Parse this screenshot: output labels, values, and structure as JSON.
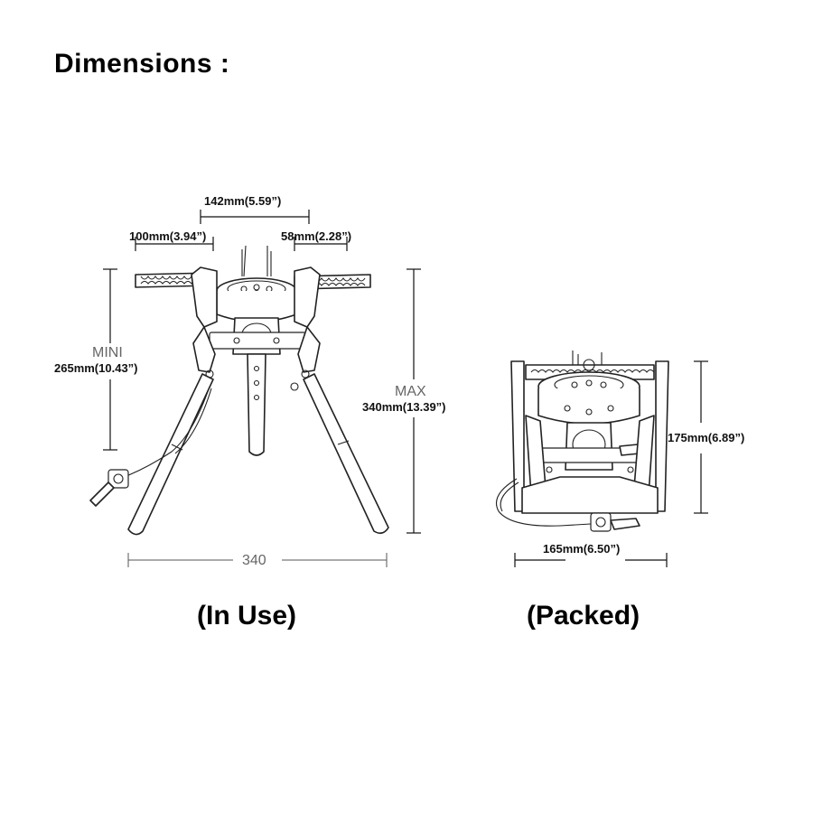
{
  "title": "Dimensions :",
  "in_use": {
    "caption": "(In Use)",
    "top_width": "142mm(5.59”)",
    "support_left": "100mm(3.94”)",
    "support_right": "58mm(2.28”)",
    "mini_label": "MINI",
    "mini_value": "265mm(10.43”)",
    "max_label": "MAX",
    "max_value": "340mm(13.39”)",
    "base_width": "340"
  },
  "packed": {
    "caption": "(Packed)",
    "height": "175mm(6.89”)",
    "width": "165mm(6.50”)"
  }
}
